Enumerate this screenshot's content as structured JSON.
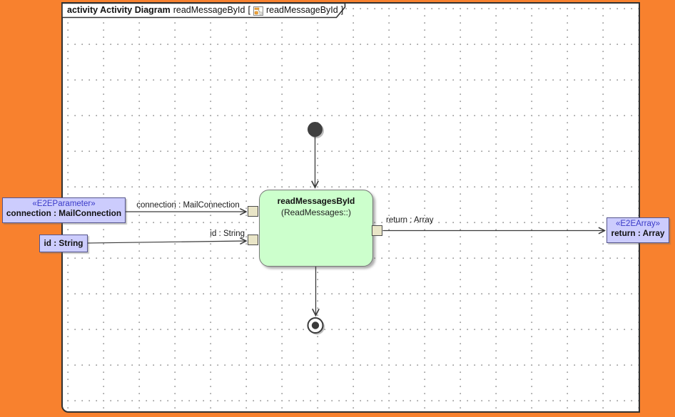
{
  "frame_tab": {
    "keyword_bold": "activity Activity Diagram",
    "diagram_name": "readMessageById",
    "bracket_open": "[",
    "icon": "activity-diagram-icon",
    "context_name": "readMessageById",
    "bracket_close": "]"
  },
  "action_node": {
    "title": "readMessagesById",
    "subtitle": "(ReadMessages::)"
  },
  "parameter_nodes": {
    "connection": {
      "stereotype": "«E2EParameter»",
      "label": "connection : MailConnection"
    },
    "id": {
      "label": "id : String"
    },
    "return": {
      "stereotype": "«E2EArray»",
      "label": "return : Array"
    }
  },
  "edge_labels": {
    "connection": "connection : MailConnection",
    "id": "id : String",
    "return": "return : Array"
  },
  "colors": {
    "desktop_background": "#f8812e",
    "canvas_background": "#ffffff",
    "action_fill": "#ccffcc",
    "parameter_fill": "#ccccfd",
    "stereotype_text": "#3a3ac8",
    "pin_fill": "#e9e5c7",
    "outline": "#3a3a3a"
  }
}
